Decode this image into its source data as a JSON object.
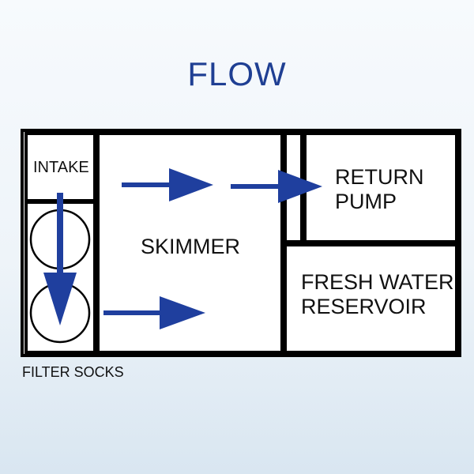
{
  "title": "FLOW",
  "labels": {
    "intake": "INTAKE",
    "skimmer": "SKIMMER",
    "return_pump_line1": "RETURN",
    "return_pump_line2": "PUMP",
    "fresh_water_line1": "FRESH WATER",
    "fresh_water_line2": "RESERVOIR",
    "filter_socks": "FILTER SOCKS"
  },
  "colors": {
    "title": "#1f3f93",
    "arrow": "#1f3f9e",
    "line": "#000000"
  }
}
